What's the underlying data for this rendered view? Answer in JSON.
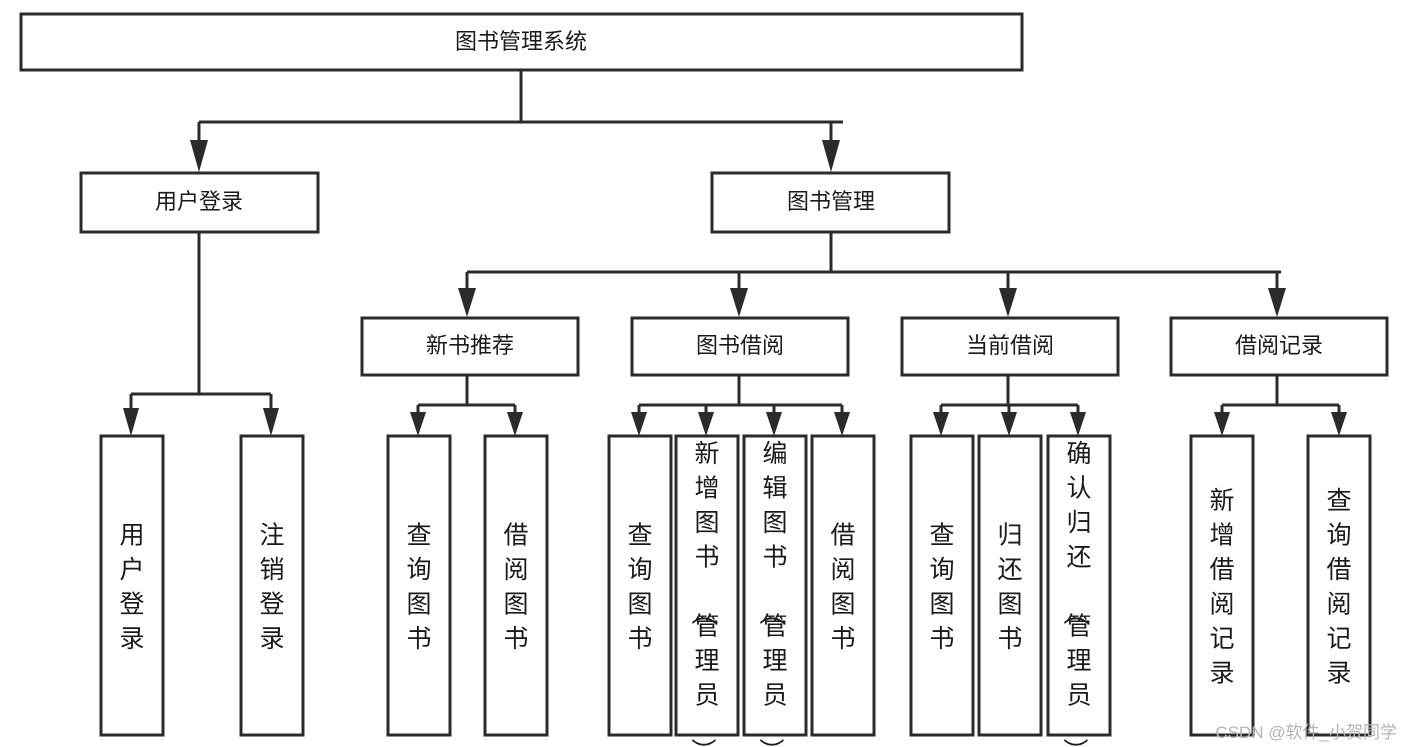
{
  "diagram": {
    "type": "tree",
    "title": "图书管理系统",
    "watermark": "CSDN @软件_小贺同学",
    "colors": {
      "box_stroke": "#2b2b2b",
      "box_fill": "#ffffff",
      "text": "#1a1a1a",
      "background": "#ffffff",
      "watermark": "#b4b4b4"
    },
    "levels": {
      "root": {
        "label": "图书管理系统"
      },
      "level2": [
        {
          "label": "用户登录"
        },
        {
          "label": "图书管理"
        }
      ],
      "level3": [
        {
          "label": "新书推荐"
        },
        {
          "label": "图书借阅"
        },
        {
          "label": "当前借阅"
        },
        {
          "label": "借阅记录"
        }
      ],
      "leaves": [
        {
          "label": "用户登录",
          "parent": "用户登录"
        },
        {
          "label": "注销登录",
          "parent": "用户登录"
        },
        {
          "label": "查询图书",
          "parent": "新书推荐"
        },
        {
          "label": "借阅图书",
          "parent": "新书推荐"
        },
        {
          "label": "查询图书",
          "parent": "图书借阅"
        },
        {
          "label": "新增图书（管理员）",
          "parent": "图书借阅"
        },
        {
          "label": "编辑图书（管理员）",
          "parent": "图书借阅"
        },
        {
          "label": "借阅图书",
          "parent": "图书借阅"
        },
        {
          "label": "查询图书",
          "parent": "当前借阅"
        },
        {
          "label": "归还图书",
          "parent": "当前借阅"
        },
        {
          "label": "确认归还（管理员）",
          "parent": "当前借阅"
        },
        {
          "label": "新增借阅记录",
          "parent": "借阅记录"
        },
        {
          "label": "查询借阅记录",
          "parent": "借阅记录"
        }
      ]
    }
  }
}
